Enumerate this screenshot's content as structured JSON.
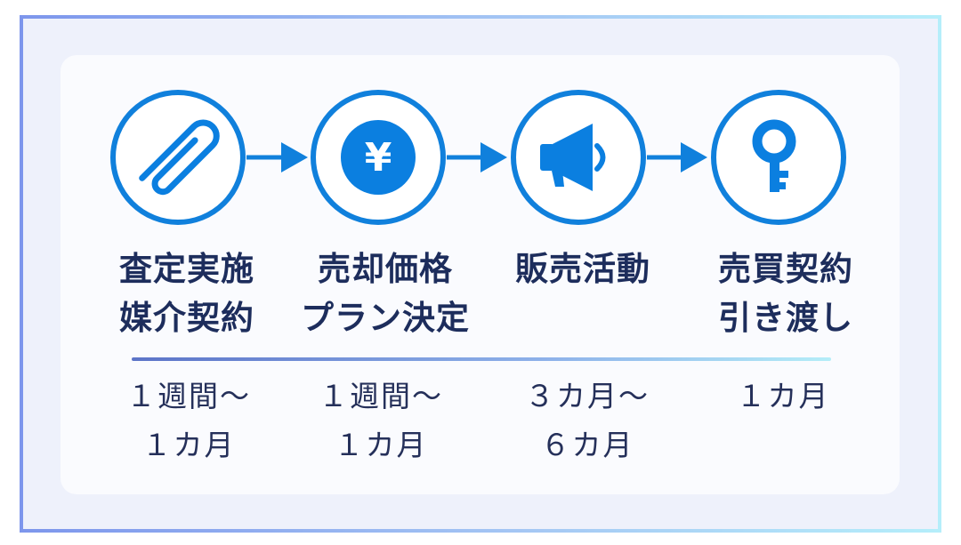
{
  "colors": {
    "primary_blue": "#0b7fe0",
    "ring_blue": "#1080dc",
    "title_navy": "#1d2d5c",
    "duration_text": "#25305a"
  },
  "steps": [
    {
      "icon": "paperclip-icon",
      "title_lines": [
        "査定実施",
        "媒介契約"
      ],
      "duration_lines": [
        "１週間〜",
        "１カ月"
      ]
    },
    {
      "icon": "yen-icon",
      "title_lines": [
        "売却価格",
        "プラン決定"
      ],
      "duration_lines": [
        "１週間〜",
        "１カ月"
      ]
    },
    {
      "icon": "megaphone-icon",
      "title_lines": [
        "販売活動"
      ],
      "duration_lines": [
        "３カ月〜",
        "６カ月"
      ]
    },
    {
      "icon": "key-icon",
      "title_lines": [
        "売買契約",
        "引き渡し"
      ],
      "duration_lines": [
        "１カ月"
      ]
    }
  ],
  "yen_symbol": "¥"
}
